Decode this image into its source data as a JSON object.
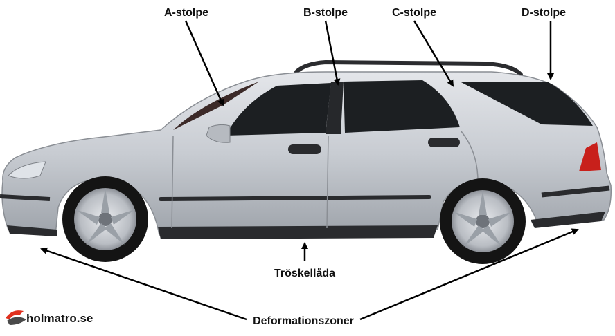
{
  "labels": {
    "a_pillar": "A-stolpe",
    "b_pillar": "B-stolpe",
    "c_pillar": "C-stolpe",
    "d_pillar": "D-stolpe",
    "sill": "Tröskellåda",
    "crumple_zones": "Deformationszoner"
  },
  "logo": {
    "text": "holmatro.se",
    "icon": "holmatro-swoosh-icon",
    "accent_color": "#e0301e"
  },
  "colors": {
    "car_body": "#c9ccd1",
    "trim": "#2a2b2e",
    "glass": "#1c1f22",
    "arrow": "#000000"
  }
}
